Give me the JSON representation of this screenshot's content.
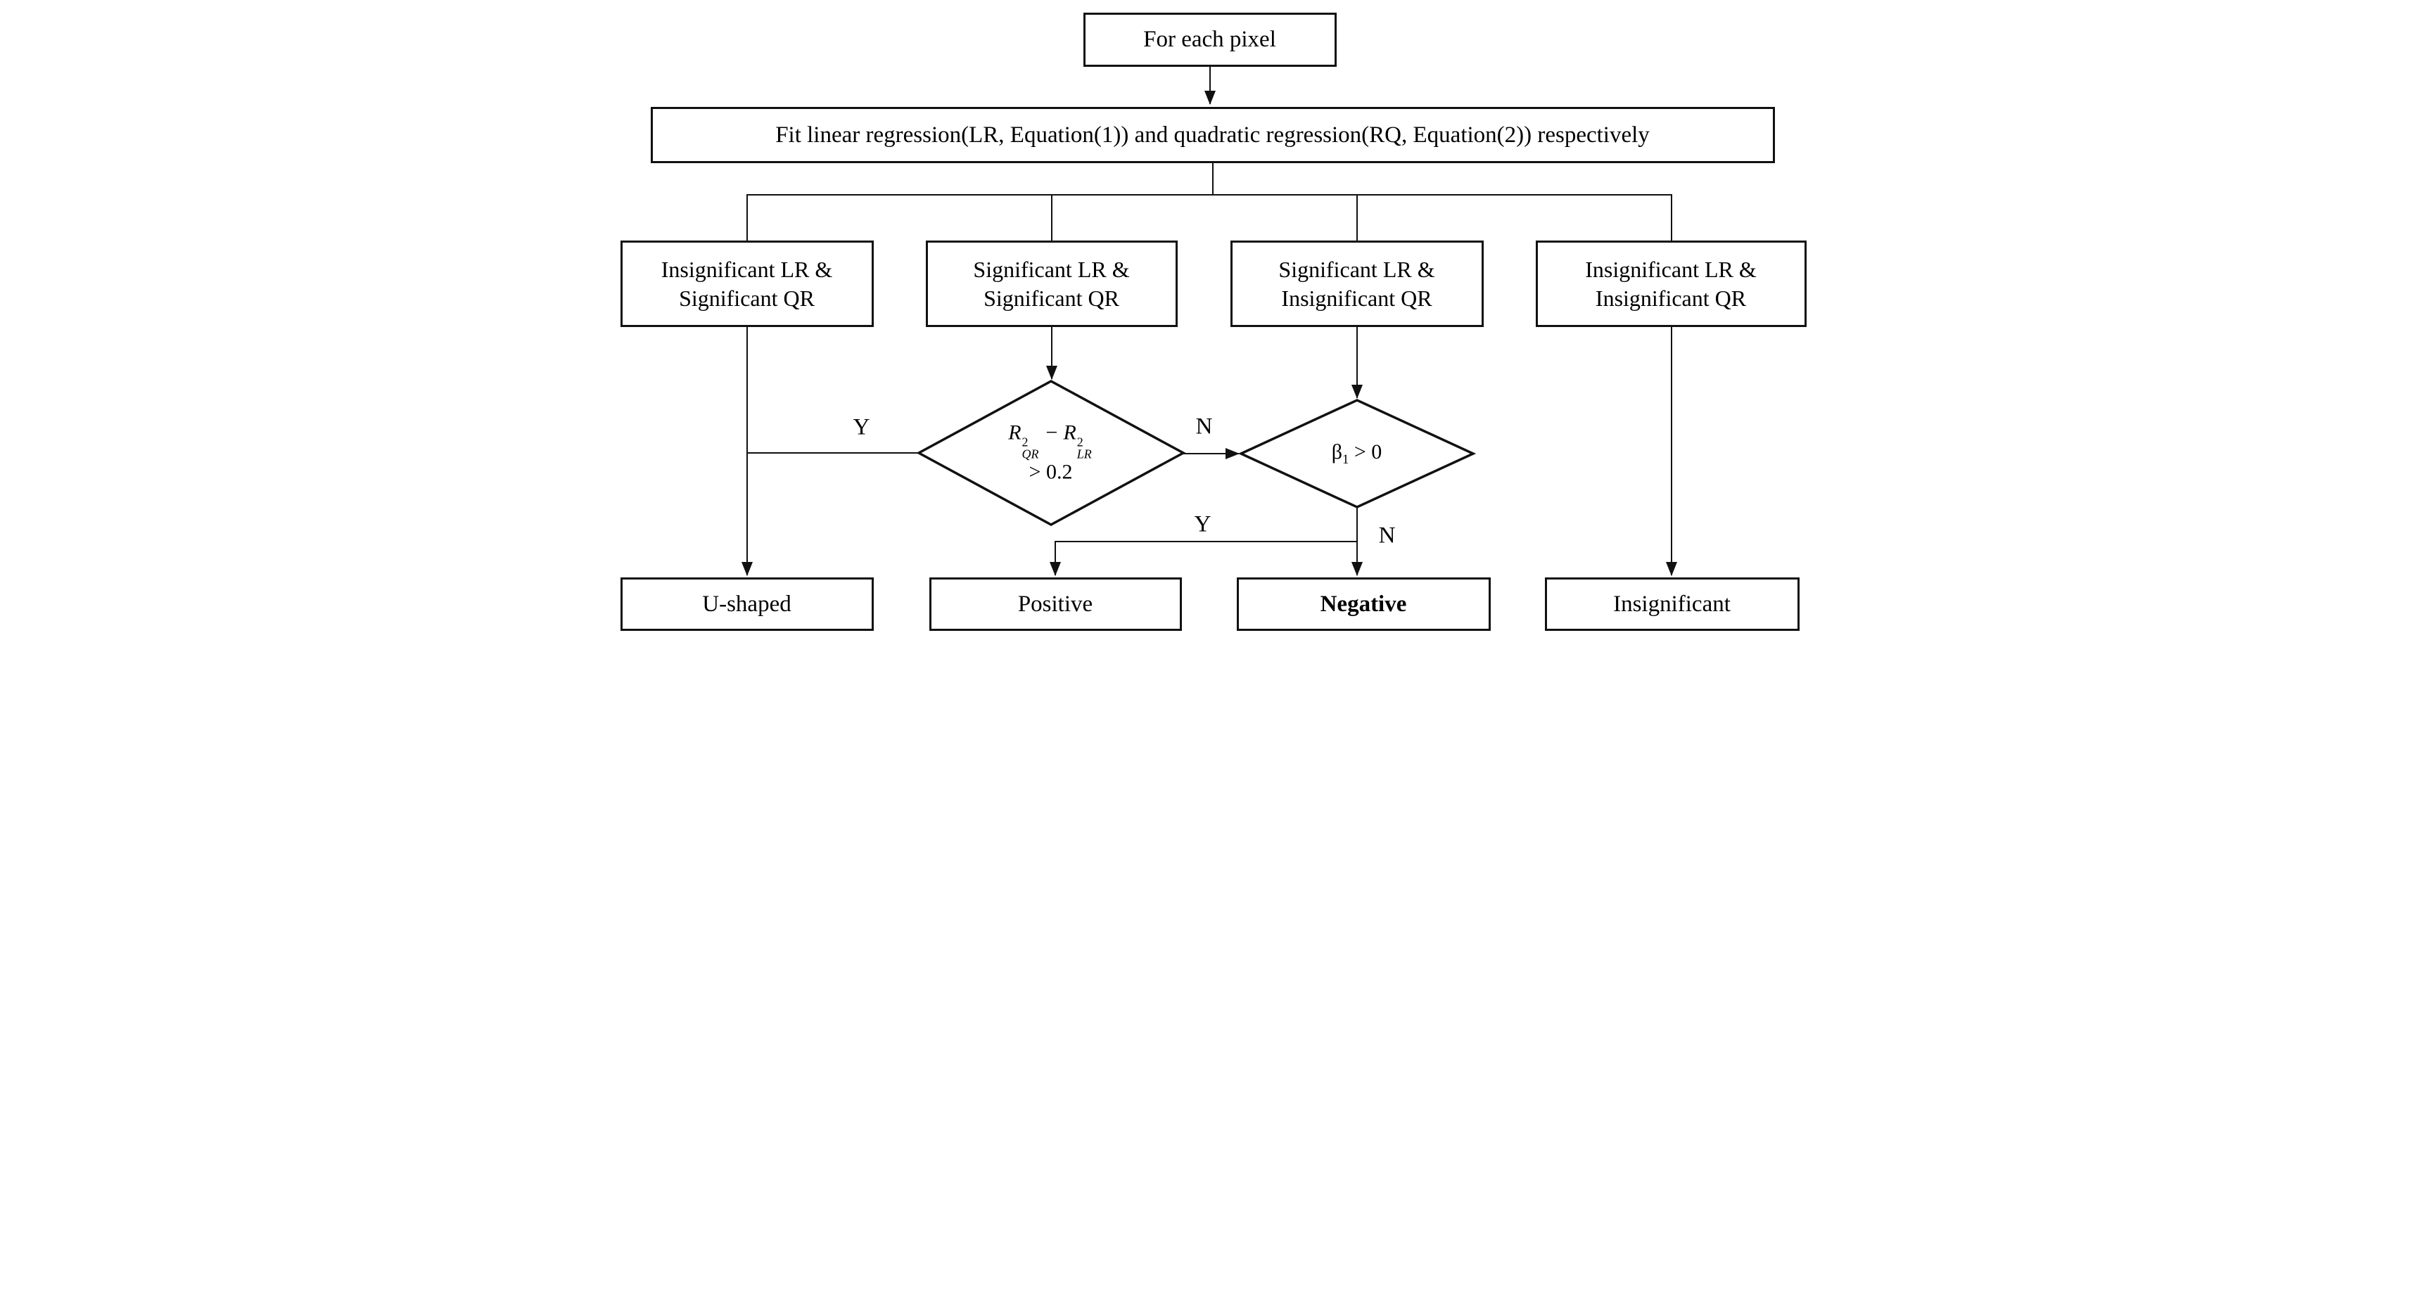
{
  "colors": {
    "ink": "#111111",
    "background": "#ffffff"
  },
  "nodes": {
    "start": {
      "label": "For each pixel"
    },
    "fit": {
      "label": "Fit linear regression(LR, Equation(1)) and quadratic regression(RQ, Equation(2)) respectively"
    },
    "branch_insig_lr_sig_qr": {
      "line1": "Insignificant LR &",
      "line2": "Significant QR"
    },
    "branch_sig_lr_sig_qr": {
      "line1": "Significant LR &",
      "line2": "Significant QR"
    },
    "branch_sig_lr_insig_qr": {
      "line1": "Significant LR &",
      "line2": "Insignificant QR"
    },
    "branch_insig_lr_insig_qr": {
      "line1": "Insignificant LR &",
      "line2": "Insignificant QR"
    },
    "decision_r_squared": {
      "base": "R",
      "sup": "2",
      "sub_qr": "QR",
      "minus": "−",
      "base2": "R",
      "sup2": "2",
      "sub_lr": "LR",
      "threshold": "> 0.2"
    },
    "decision_beta": {
      "symbol": "β",
      "subscript": "1",
      "condition": " > 0"
    },
    "outcome_u_shaped": {
      "label": "U-shaped"
    },
    "outcome_positive": {
      "label": "Positive"
    },
    "outcome_negative": {
      "label": "Negative"
    },
    "outcome_insignificant": {
      "label": "Insignificant"
    }
  },
  "edge_labels": {
    "decision1_yes": "Y",
    "decision1_no": "N",
    "decision2_yes": "Y",
    "decision2_no": "N"
  }
}
